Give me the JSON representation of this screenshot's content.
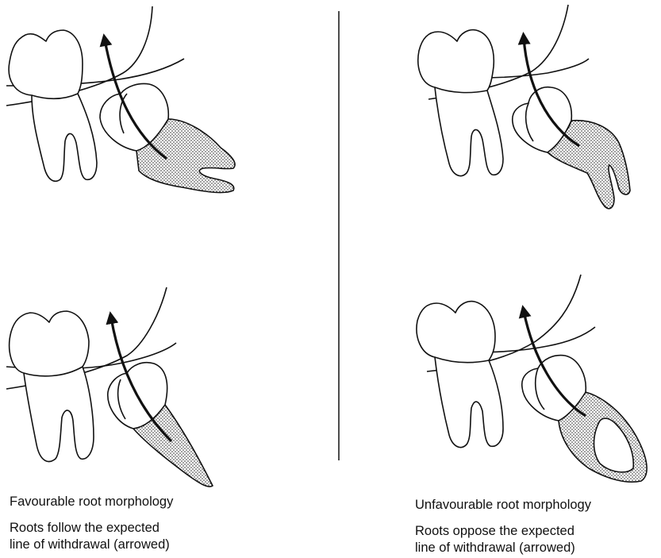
{
  "left_panel": {
    "title": "Favourable root morphology",
    "desc_line1": "Roots follow the expected",
    "desc_line2": "line of withdrawal (arrowed)"
  },
  "right_panel": {
    "title": "Unfavourable root morphology",
    "desc_line1": "Roots oppose the expected",
    "desc_line2": "line of withdrawal (arrowed)"
  },
  "colors": {
    "line": "#111111",
    "background": "#ffffff",
    "stipple": "#222222"
  },
  "icons": [
    "molar-tooth-icon",
    "impacted-third-molar-icon",
    "withdrawal-arrow-icon",
    "bone-margin-line-icon"
  ]
}
